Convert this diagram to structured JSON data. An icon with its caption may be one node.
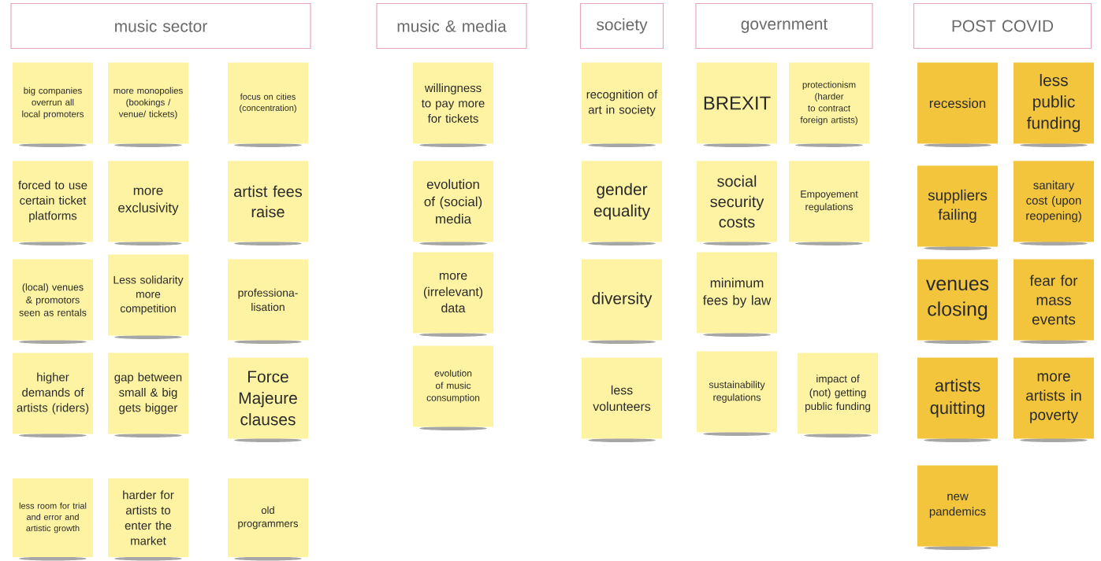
{
  "diagram": {
    "nodes": [
      {
        "text": [
          "music sector"
        ]
      },
      {
        "text": [
          "music & media"
        ]
      },
      {
        "text": [
          "society"
        ]
      },
      {
        "text": [
          "government"
        ]
      },
      {
        "text": [
          "POST COVID"
        ]
      },
      {
        "text": [
          "big companies overrun all local promoters"
        ]
      },
      {
        "text": [
          "more monopolies (bookings / venue/ tickets)"
        ]
      },
      {
        "text": [
          "focus on cities (concentration)"
        ]
      },
      {
        "text": [
          "forced to use certain ticket platforms"
        ]
      },
      {
        "text": [
          "more exclusivity"
        ]
      },
      {
        "text": [
          "artist fees raise"
        ]
      },
      {
        "text": [
          "(local) venues & promotors seen as rentals"
        ]
      },
      {
        "text": [
          "Less solidarity more competition"
        ]
      },
      {
        "text": [
          "professiona-lisation"
        ]
      },
      {
        "text": [
          "higher demands of artists (riders)"
        ]
      },
      {
        "text": [
          "gap between small & big gets bigger"
        ]
      },
      {
        "text": [
          "Force Majeure clauses"
        ]
      },
      {
        "text": [
          "less room for trial and error and artistic growth"
        ]
      },
      {
        "text": [
          "harder for artists to enter the market"
        ]
      },
      {
        "text": [
          "old programmers"
        ]
      },
      {
        "text": [
          "willingness to pay more for tickets"
        ]
      },
      {
        "text": [
          "evolution of (social) media"
        ]
      },
      {
        "text": [
          "more (irrelevant) data"
        ]
      },
      {
        "text": [
          "evolution of music consumption"
        ]
      },
      {
        "text": [
          "recognition of art in society"
        ]
      },
      {
        "text": [
          "gender equality"
        ]
      },
      {
        "text": [
          "diversity"
        ]
      },
      {
        "text": [
          "less volunteers"
        ]
      },
      {
        "text": [
          "BREXIT"
        ]
      },
      {
        "text": [
          "protectionism (harder to contract foreign artists)"
        ]
      },
      {
        "text": [
          "social security costs"
        ]
      },
      {
        "text": [
          "Empoyement regulations"
        ]
      },
      {
        "text": [
          "minimum fees by law"
        ]
      },
      {
        "text": [
          "sustainability regulations"
        ]
      },
      {
        "text": [
          "impact of (not) getting public funding"
        ]
      },
      {
        "text": [
          "recession"
        ]
      },
      {
        "text": [
          "less public funding"
        ]
      },
      {
        "text": [
          "suppliers failing"
        ]
      },
      {
        "text": [
          "sanitary cost (upon reopening)"
        ]
      },
      {
        "text": [
          "venues closing"
        ]
      },
      {
        "text": [
          "fear for mass events"
        ]
      },
      {
        "text": [
          "artists quitting"
        ]
      },
      {
        "text": [
          "more artists in poverty"
        ]
      },
      {
        "text": [
          "new pandemics"
        ]
      }
    ]
  }
}
